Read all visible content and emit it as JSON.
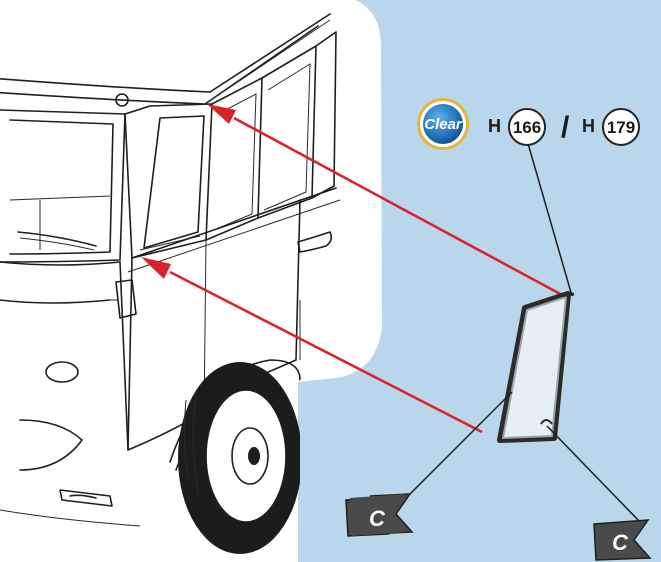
{
  "clear_badge": {
    "label": "Clear"
  },
  "paint_codes": [
    {
      "prefix": "H",
      "number": "166"
    },
    {
      "prefix": "H",
      "number": "179"
    }
  ],
  "separator": "/",
  "flags": [
    {
      "letter": "C"
    },
    {
      "letter": "C"
    }
  ],
  "colors": {
    "background": "#b9d6ea",
    "arrow": "#d8232a",
    "badge_blue": "#1f6fb5",
    "badge_ring": "#e5b53a",
    "flag": "#4a4a4a",
    "glass": "#dde9f1"
  }
}
